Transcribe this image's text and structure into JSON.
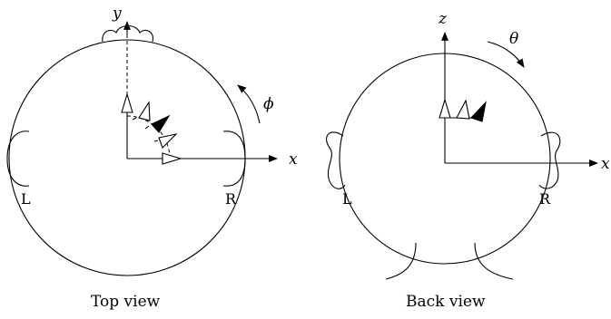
{
  "top_view": {
    "caption": "Top view",
    "axis_x": "x",
    "axis_y": "y",
    "angle": "ϕ",
    "left_ear": "L",
    "right_ear": "R"
  },
  "back_view": {
    "caption": "Back view",
    "axis_x": "x",
    "axis_z": "z",
    "angle": "θ",
    "left_ear": "L",
    "right_ear": "R"
  }
}
